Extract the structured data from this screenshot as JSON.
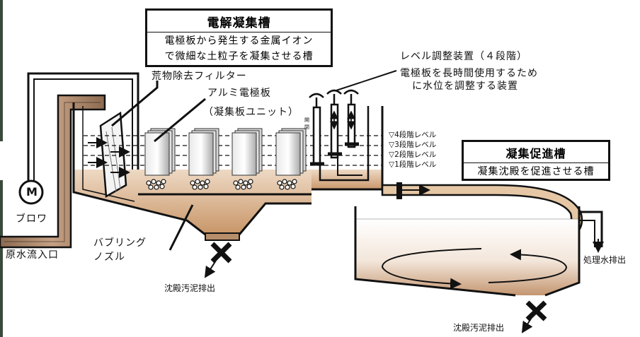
{
  "electrolysis_tank": {
    "title": "電解凝集槽",
    "line1": "電極板から発生する金属イオン",
    "line2": "で微細な土粒子を凝集させる槽"
  },
  "level_device": {
    "title": "レベル調整装置（４段階）",
    "line1": "電極板を長時間使用するため",
    "line2": "に水位を調整する装置"
  },
  "labels": {
    "debris_filter": "荒物除去フィルター",
    "aluminum_plate": "アルミ電極板",
    "plate_unit": "（凝集板ユニット）",
    "blower_symbol": "M",
    "blower": "ブロワ",
    "raw_water_inlet": "原水流入口",
    "bubbling_nozzle_1": "バブリング",
    "bubbling_nozzle_2": "ノズル",
    "sludge_discharge_left": "沈殿汚泥排出",
    "sludge_discharge_right": "沈殿汚泥排出",
    "treated_water": "処理水排出",
    "valve_open": "開",
    "valve_close": "閉"
  },
  "levels": [
    "▽4段階レベル",
    "▽3段階レベル",
    "▽2段階レベル",
    "▽1段階レベル"
  ],
  "promotion_tank": {
    "title": "凝集促進槽",
    "line1": "凝集沈殿を促進させる槽"
  },
  "colors": {
    "outline": "#111111",
    "pipe_brown": "#b08866",
    "water_tan": "#d9b48d",
    "water_light": "#ffffff",
    "plate_gray": "#c8c8c8"
  }
}
